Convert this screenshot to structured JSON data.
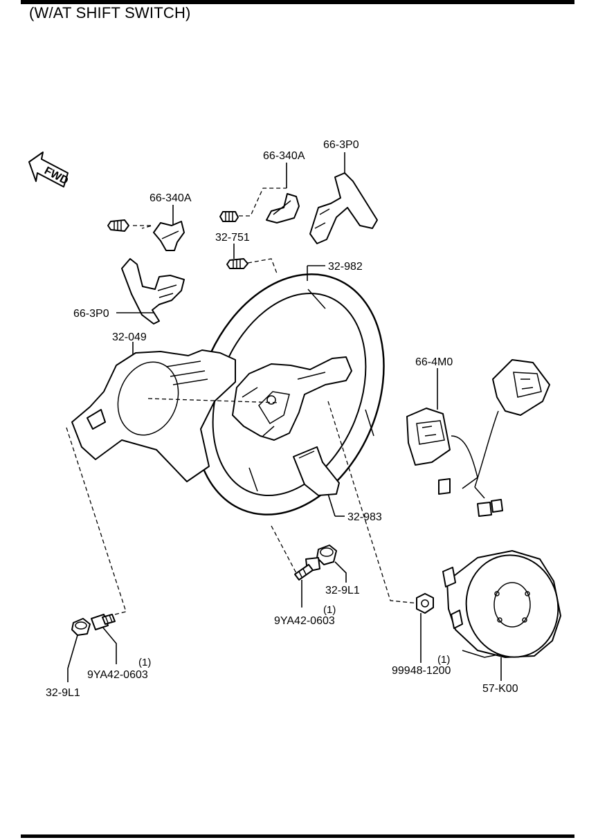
{
  "title": "(W/AT SHIFT SWITCH)",
  "direction_marker": "FWD",
  "callouts": {
    "paddle_bracket_right": "66-340A",
    "paddle_right": "66-3P0",
    "paddle_bracket_left": "66-340A",
    "screw": "32-751",
    "steering_wheel": "32-982",
    "paddle_left": "66-3P0",
    "cover": "32-049",
    "switch": "66-4M0",
    "lower_cover": "32-983",
    "nut_center": "32-9L1",
    "bolt_center": "9YA42-0603",
    "bolt_center_qty": "(1)",
    "nut_center_right": "99948-1200",
    "nut_center_right_qty": "(1)",
    "airbag_module": "57-K00",
    "bolt_left": "9YA42-0603",
    "bolt_left_qty": "(1)",
    "nut_left": "32-9L1"
  }
}
